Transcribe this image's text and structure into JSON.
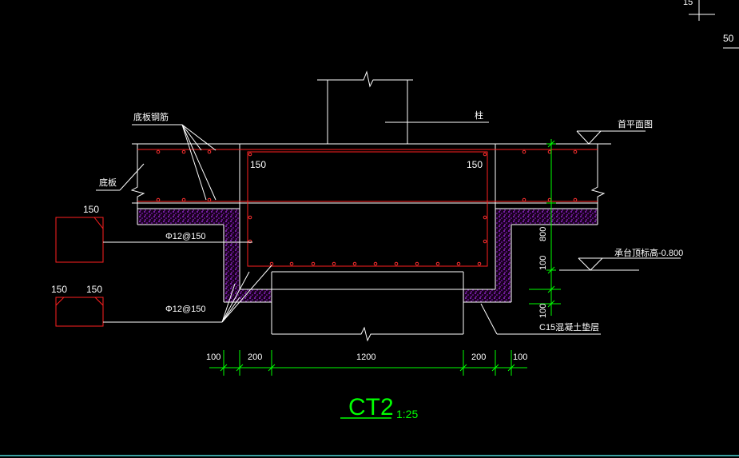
{
  "labels": {
    "bottom_slab_rebar": "底板钢筋",
    "bottom_slab": "底板",
    "column": "柱",
    "finished_floor": "首平面图",
    "cap_top_elev": "承台顶标高-0.800",
    "rebar_upper": "Φ12@150",
    "rebar_lower": "Φ12@150",
    "cushion": "C15混凝土垫层",
    "inner_cover_left": "150",
    "inner_cover_right": "150",
    "sec1_top": "150",
    "sec2_left": "150",
    "sec2_right": "150",
    "corner_top": "15",
    "corner_right": "50"
  },
  "dimensions": {
    "bottom": [
      "100",
      "200",
      "1200",
      "200",
      "100"
    ],
    "vertical_total": "800",
    "vertical_mid": "100",
    "vertical_bottom": "100"
  },
  "title": {
    "name": "CT2",
    "scale": "1:25"
  },
  "colors": {
    "background": "#000000",
    "line": "#ffffff",
    "rebar": "#ff2020",
    "dimension": "#00ff00",
    "hatch": "#a020f0"
  }
}
